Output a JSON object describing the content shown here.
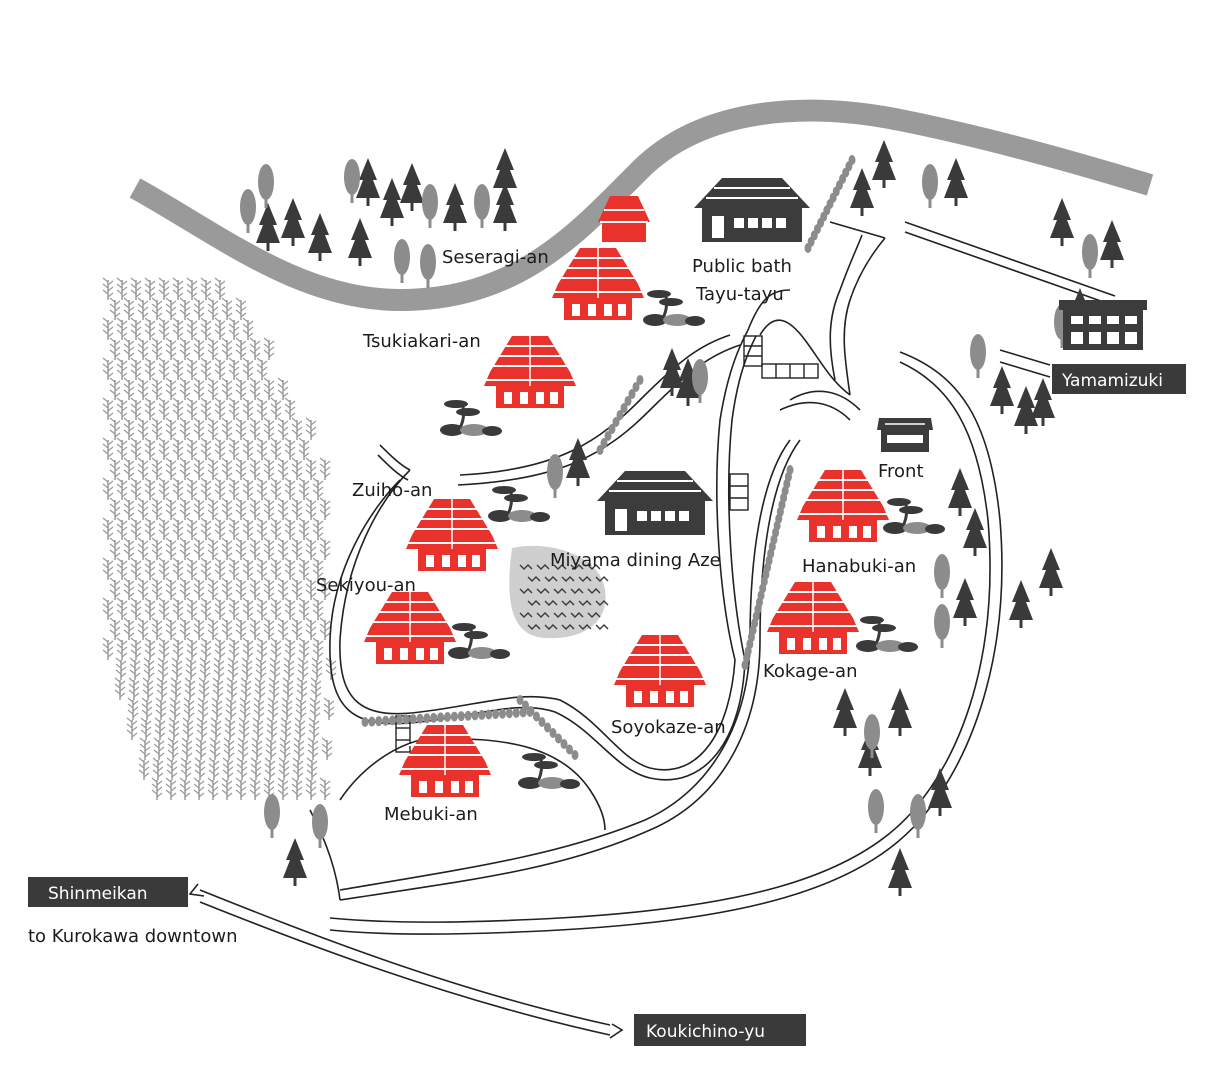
{
  "colors": {
    "cottage": "#e8322b",
    "building": "#3c3c3c",
    "river": "#9a9a9a",
    "tree_dark": "#3a3a3a",
    "tree_light": "#8c8c8c",
    "pond": "#c8c8c8",
    "grass": "#d8d8d8",
    "label_box": "#3a3a3a"
  },
  "labels": {
    "seseragi": "Seseragi-an",
    "tsukiakari": "Tsukiakari-an",
    "public_bath_1": "Public bath",
    "public_bath_2": "Tayu-tayu",
    "zuiho": "Zuiho-an",
    "miyama": "Miyama dining Aze",
    "sekiyou": "Sekiyou-an",
    "front": "Front",
    "hanabuki": "Hanabuki-an",
    "kokage": "Kokage-an",
    "soyokaze": "Soyokaze-an",
    "mebuki": "Mebuki-an",
    "yamamizuki": "Yamamizuki",
    "shinmeikan": "Shinmeikan",
    "kurokawa": "to Kurokawa downtown",
    "koukichino": "Koukichino-yu"
  }
}
